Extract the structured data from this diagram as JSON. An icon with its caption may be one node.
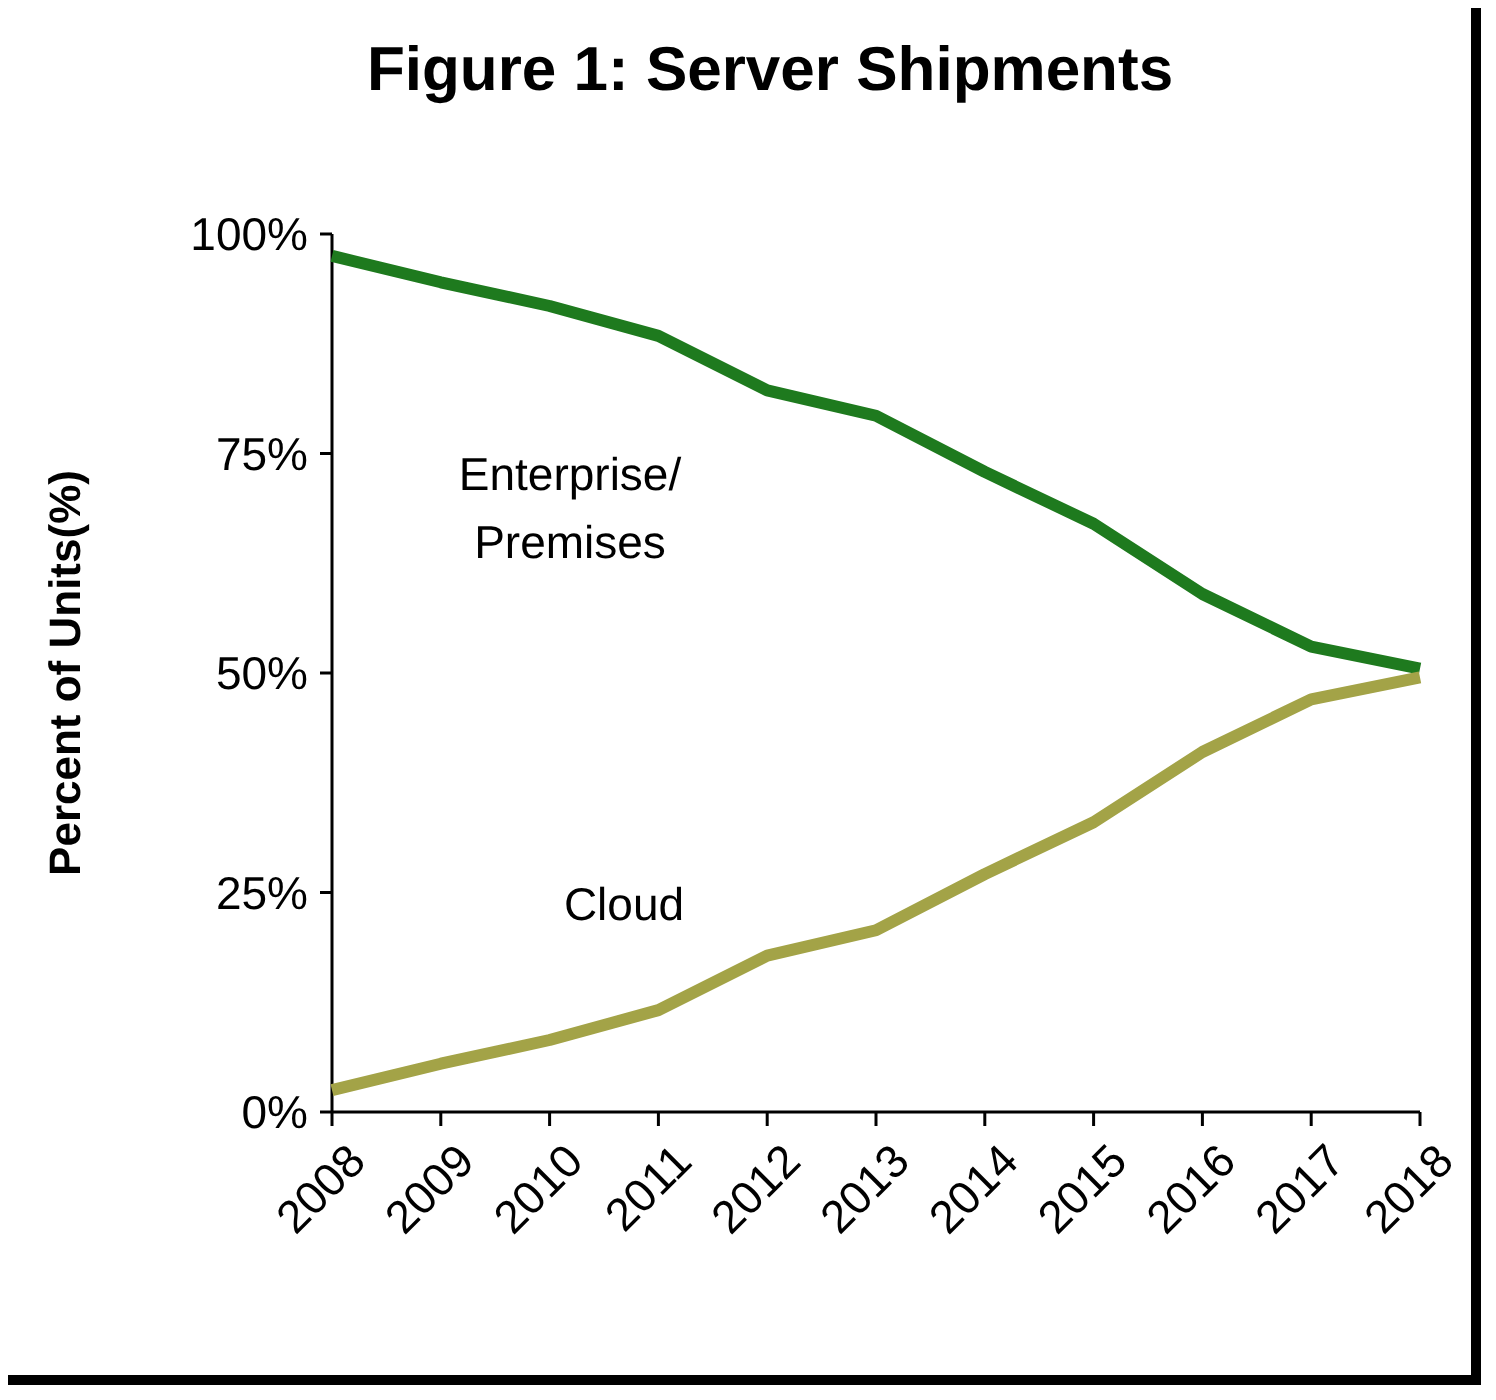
{
  "diagram": {
    "title": "Figure 1: Server Shipments",
    "chart_data": {
      "type": "line",
      "ylabel": "Percent of Units(%)",
      "categories": [
        "2008",
        "2009",
        "2010",
        "2011",
        "2012",
        "2013",
        "2014",
        "2015",
        "2016",
        "2017",
        "2018"
      ],
      "series": [
        {
          "name": "Enterprise/ Premises",
          "color": "#1e7a1e",
          "values": [
            97.5,
            94.5,
            91.8,
            88.4,
            82.2,
            79.3,
            72.9,
            67,
            59,
            53,
            50.5
          ]
        },
        {
          "name": "Cloud",
          "color": "#a3a347",
          "values": [
            2.5,
            5.5,
            8.2,
            11.6,
            17.8,
            20.7,
            27.1,
            33,
            41,
            47,
            49.5
          ]
        }
      ],
      "ylim": [
        0,
        100
      ],
      "yticks": [
        {
          "value": 0,
          "label": "0%"
        },
        {
          "value": 25,
          "label": "25%"
        },
        {
          "value": 50,
          "label": "50%"
        },
        {
          "value": 75,
          "label": "75%"
        },
        {
          "value": 100,
          "label": "100%"
        }
      ]
    }
  }
}
